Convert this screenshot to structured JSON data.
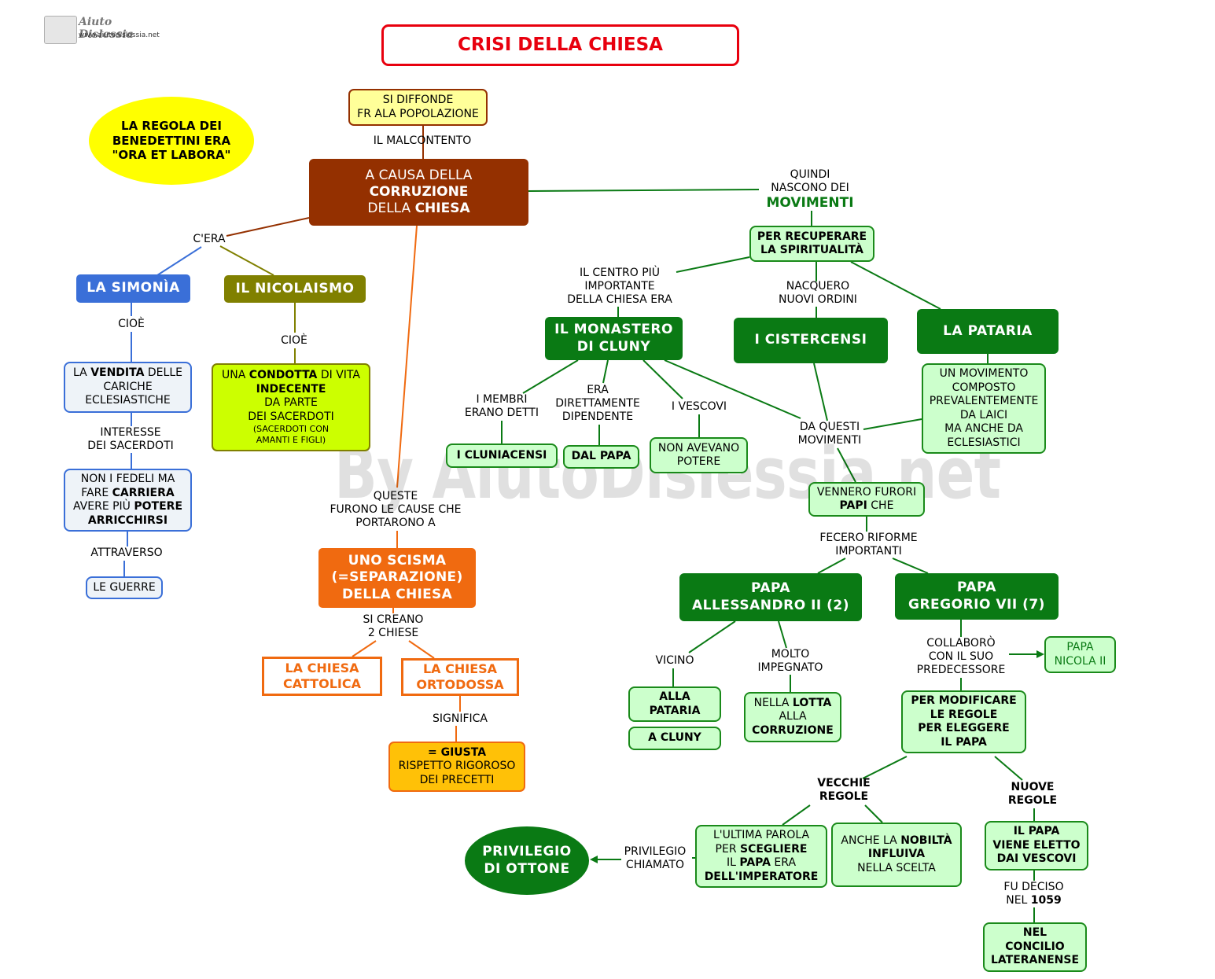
{
  "logo": {
    "title": "Aiuto Dislessia",
    "url": "www.aiutodislessia.net"
  },
  "watermark": "By AiutoDislessia.net",
  "title": "CRISI DELLA CHIESA",
  "nodes": {
    "diffonde": [
      "SI DIFFONDE",
      "FR ALA POPOLAZIONE"
    ],
    "regola": [
      "LA REGOLA DEI",
      "BENEDETTINI ERA",
      "\"ORA ET LABORA\""
    ],
    "causa_pre": "A CAUSA DELLA",
    "causa_bold": "CORRUZIONE",
    "causa_post_pre": "DELLA ",
    "causa_post_bold": "CHIESA",
    "simonia": "LA SIMONÌA",
    "nicolaismo": "IL NICOLAISMO",
    "vendita_pre": "LA ",
    "vendita_bold": "VENDITA",
    "vendita_post": " DELLE",
    "vendita_l2": "CARICHE",
    "vendita_l3": "ECLESIASTICHE",
    "condotta_pre": "UNA ",
    "condotta_bold": "CONDOTTA",
    "condotta_post": " DI VITA",
    "condotta_l2": "INDECENTE",
    "condotta_l3": "DA PARTE",
    "condotta_l4": "DEI SACERDOTI",
    "condotta_l5": "(SACERDOTI CON",
    "condotta_l6": "AMANTI E FIGLI)",
    "fedeli_l1": "NON I FEDELI MA",
    "fedeli_l2_pre": "FARE ",
    "fedeli_l2_bold": "CARRIERA",
    "fedeli_l3_pre": "AVERE PIÙ ",
    "fedeli_l3_bold": "POTERE",
    "fedeli_l4": "ARRICCHIRSI",
    "guerre": "LE GUERRE",
    "scisma": [
      "UNO SCISMA",
      "(=SEPARAZIONE)",
      "DELLA CHIESA"
    ],
    "cattolica": [
      "LA CHIESA",
      "CATTOLICA"
    ],
    "ortodossa": [
      "LA CHIESA",
      "ORTODOSSA"
    ],
    "giusta_bold": "= GIUSTA",
    "giusta_l2": "RISPETTO RIGOROSO",
    "giusta_l3": "DEI PRECETTI",
    "recuperare": [
      "PER RECUPERARE",
      "LA SPIRITUALITÀ"
    ],
    "cluny": [
      "IL MONASTERO",
      "DI CLUNY"
    ],
    "cistercensi": "I CISTERCENSI",
    "pataria": "LA PATARIA",
    "movimento": [
      "UN MOVIMENTO",
      "COMPOSTO",
      "PREVALENTEMENTE",
      "DA LAICI",
      "MA ANCHE DA",
      "ECLESIASTICI"
    ],
    "cluniacensi": "I CLUNIACENSI",
    "dalpapa": "DAL PAPA",
    "nonavevano": [
      "NON AVEVANO",
      "POTERE"
    ],
    "vennero_l1": "VENNERO FURORI",
    "vennero_bold": "PAPI",
    "vennero_post": " CHE",
    "alessandro": [
      "PAPA",
      "ALLESSANDRO II (2)"
    ],
    "gregorio": [
      "PAPA",
      "GREGORIO VII (7)"
    ],
    "nicola": [
      "PAPA",
      "NICOLA II"
    ],
    "allapataria": [
      "ALLA",
      "PATARIA"
    ],
    "acluny": "A CLUNY",
    "lotta_pre": "NELLA ",
    "lotta_bold": "LOTTA",
    "lotta_l2": "ALLA",
    "lotta_l3": "CORRUZIONE",
    "modificare": [
      "PER MODIFICARE",
      "LE REGOLE",
      "PER ELEGGERE",
      "IL PAPA"
    ],
    "ultima_l1": "L'ULTIMA PAROLA",
    "ultima_l2_pre": "PER ",
    "ultima_l2_bold": "SCEGLIERE",
    "ultima_l3_pre": "IL ",
    "ultima_l3_bold": "PAPA",
    "ultima_l3_post": " ERA",
    "ultima_l4": "DELL'IMPERATORE",
    "nobilta_pre": "ANCHE LA ",
    "nobilta_bold": "NOBILTÀ",
    "nobilta_l2": "INFLUIVA",
    "nobilta_l3": "NELLA SCELTA",
    "eletto": [
      "IL PAPA",
      "VIENE ELETTO",
      "DAI VESCOVI"
    ],
    "concilio": [
      "NEL",
      "CONCILIO",
      "LATERANENSE"
    ],
    "privilegio": [
      "PRIVILEGIO",
      "DI OTTONE"
    ]
  },
  "labels": {
    "malcontento": "IL MALCONTENTO",
    "cera": "C'ERA",
    "cioe1": "CIOÈ",
    "cioe2": "CIOÈ",
    "interesse": [
      "INTERESSE",
      "DEI SACERDOTI"
    ],
    "attraverso": "ATTRAVERSO",
    "queste": [
      "QUESTE",
      "FURONO LE CAUSE CHE",
      "PORTARONO A"
    ],
    "sicreano": [
      "SI CREANO",
      "2 CHIESE"
    ],
    "significa": "SIGNIFICA",
    "quindi": [
      "QUINDI",
      "NASCONO DEI"
    ],
    "movimenti": "MOVIMENTI",
    "centro": [
      "IL CENTRO PIÙ",
      "IMPORTANTE",
      "DELLA CHIESA ERA"
    ],
    "nacquero": [
      "NACQUERO",
      "NUOVI ORDINI"
    ],
    "membri": [
      "I MEMBRI",
      "ERANO DETTI"
    ],
    "era_dip": [
      "ERA",
      "DIRETTAMENTE",
      "DIPENDENTE"
    ],
    "vescovi": "I VESCOVI",
    "daquesti": [
      "DA QUESTI",
      "MOVIMENTI"
    ],
    "fecero": [
      "FECERO RIFORME",
      "IMPORTANTI"
    ],
    "vicino": "VICINO",
    "molto": [
      "MOLTO",
      "IMPEGNATO"
    ],
    "collaboro": [
      "COLLABORÒ",
      "CON IL SUO",
      "PREDECESSORE"
    ],
    "vecchie": [
      "VECCHIE",
      "REGOLE"
    ],
    "nuove": [
      "NUOVE",
      "REGOLE"
    ],
    "privilegio_lbl": [
      "PRIVILEGIO",
      "CHIAMATO"
    ],
    "fudeciso_l1": "FU DECISO",
    "fudeciso_pre": "NEL ",
    "fudeciso_bold": "1059"
  },
  "colors": {
    "title_red": "#e8000e",
    "brown": "#943000",
    "blue": "#3a6fd8",
    "olive": "#808000",
    "lime": "#ccff00",
    "orange": "#f06a10",
    "gold": "#ffc107",
    "green_dark": "#0a7a14",
    "green_light": "#ccffcc",
    "yellow": "#ffff00"
  }
}
